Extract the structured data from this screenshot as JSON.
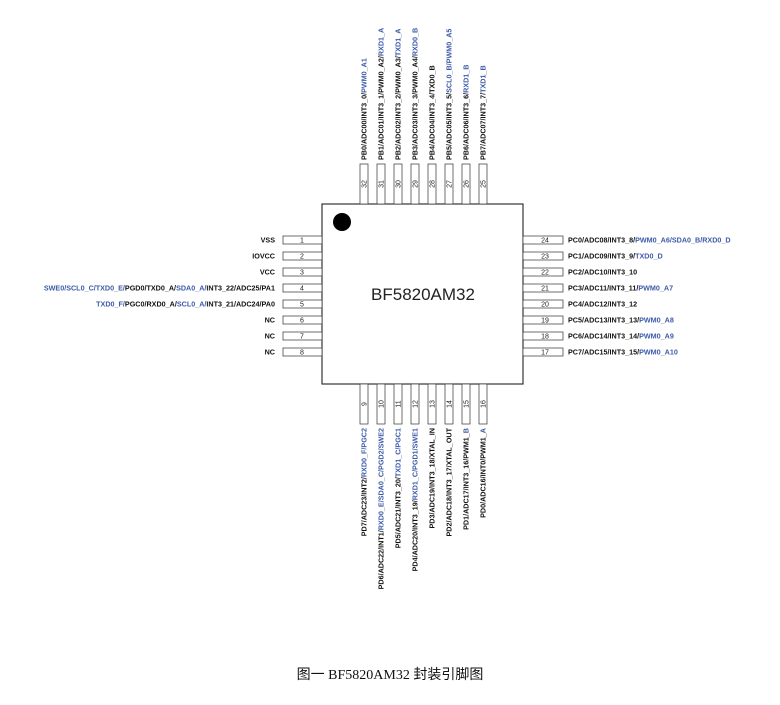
{
  "chip_name": "BF5820AM32",
  "caption": "图一 BF5820AM32 封装引脚图",
  "colors": {
    "black_text": "#111111",
    "alt_function_blue": "#3c5aa8"
  },
  "left_pins": [
    {
      "num": "1",
      "segs": [
        {
          "t": "VSS",
          "c": "k"
        }
      ]
    },
    {
      "num": "2",
      "segs": [
        {
          "t": "IOVCC",
          "c": "k"
        }
      ]
    },
    {
      "num": "3",
      "segs": [
        {
          "t": "VCC",
          "c": "k"
        }
      ]
    },
    {
      "num": "4",
      "segs": [
        {
          "t": "SWE0/SCL0_C/TXD0_E/",
          "c": "b"
        },
        {
          "t": "PGD0/TXD0_A/",
          "c": "k"
        },
        {
          "t": "SDA0_A/",
          "c": "b"
        },
        {
          "t": "INT3_22/ADC25/PA1",
          "c": "k"
        }
      ]
    },
    {
      "num": "5",
      "segs": [
        {
          "t": "TXD0_F/",
          "c": "b"
        },
        {
          "t": "PGC0/RXD0_A/",
          "c": "k"
        },
        {
          "t": "SCL0_A/",
          "c": "b"
        },
        {
          "t": "INT3_21/ADC24/PA0",
          "c": "k"
        }
      ]
    },
    {
      "num": "6",
      "segs": [
        {
          "t": "NC",
          "c": "k"
        }
      ]
    },
    {
      "num": "7",
      "segs": [
        {
          "t": "NC",
          "c": "k"
        }
      ]
    },
    {
      "num": "8",
      "segs": [
        {
          "t": "NC",
          "c": "k"
        }
      ]
    }
  ],
  "right_pins": [
    {
      "num": "24",
      "segs": [
        {
          "t": "PC0/ADC08/INT3_8/",
          "c": "k"
        },
        {
          "t": "PWM0_A6/SDA0_B/RXD0_D",
          "c": "b"
        }
      ]
    },
    {
      "num": "23",
      "segs": [
        {
          "t": "PC1/ADC09/INT3_9/",
          "c": "k"
        },
        {
          "t": "TXD0_D",
          "c": "b"
        }
      ]
    },
    {
      "num": "22",
      "segs": [
        {
          "t": "PC2/ADC10/INT3_10",
          "c": "k"
        }
      ]
    },
    {
      "num": "21",
      "segs": [
        {
          "t": "PC3/ADC11/INT3_11/",
          "c": "k"
        },
        {
          "t": "PWM0_A7",
          "c": "b"
        }
      ]
    },
    {
      "num": "20",
      "segs": [
        {
          "t": "PC4/ADC12/INT3_12",
          "c": "k"
        }
      ]
    },
    {
      "num": "19",
      "segs": [
        {
          "t": "PC5/ADC13/INT3_13/",
          "c": "k"
        },
        {
          "t": "PWM0_A8",
          "c": "b"
        }
      ]
    },
    {
      "num": "18",
      "segs": [
        {
          "t": "PC6/ADC14/INT3_14/",
          "c": "k"
        },
        {
          "t": "PWM0_A9",
          "c": "b"
        }
      ]
    },
    {
      "num": "17",
      "segs": [
        {
          "t": "PC7/ADC15/INT3_15/",
          "c": "k"
        },
        {
          "t": "PWM0_A10",
          "c": "b"
        }
      ]
    }
  ],
  "top_pins": [
    {
      "num": "32",
      "segs": [
        {
          "t": "PB0/ADC00/INT3_0/",
          "c": "k"
        },
        {
          "t": "PWM0_A1",
          "c": "b"
        }
      ]
    },
    {
      "num": "31",
      "segs": [
        {
          "t": "PB1/ADC01/INT3_1/PWM0_A2/",
          "c": "k"
        },
        {
          "t": "RXD1_A",
          "c": "b"
        }
      ]
    },
    {
      "num": "30",
      "segs": [
        {
          "t": "PB2/ADC02/INT3_2/PWM0_A3/",
          "c": "k"
        },
        {
          "t": "TXD1_A",
          "c": "b"
        }
      ]
    },
    {
      "num": "29",
      "segs": [
        {
          "t": "PB3/ADC03/INT3_3/PWM0_A4/",
          "c": "k"
        },
        {
          "t": "RXD0_B",
          "c": "b"
        }
      ]
    },
    {
      "num": "28",
      "segs": [
        {
          "t": "PB4/ADC04/INT3_4/TXD0_B",
          "c": "k"
        }
      ]
    },
    {
      "num": "27",
      "segs": [
        {
          "t": "PB5/ADC05/INT3_5/",
          "c": "k"
        },
        {
          "t": "SCL0_B/PWM0_A5",
          "c": "b"
        }
      ]
    },
    {
      "num": "26",
      "segs": [
        {
          "t": "PB6/ADC06/INT3_6/",
          "c": "k"
        },
        {
          "t": "RXD1_B",
          "c": "b"
        }
      ]
    },
    {
      "num": "25",
      "segs": [
        {
          "t": "PB7/ADC07/INT3_7/",
          "c": "k"
        },
        {
          "t": "TXD1_B",
          "c": "b"
        }
      ]
    }
  ],
  "bottom_pins": [
    {
      "num": "9",
      "segs": [
        {
          "t": "PD7/ADC23/INT2/",
          "c": "k"
        },
        {
          "t": "RXD0_F/PGC2",
          "c": "b"
        }
      ]
    },
    {
      "num": "10",
      "segs": [
        {
          "t": "PD6/ADC22/INT1/",
          "c": "k"
        },
        {
          "t": "RXD0_E/SDA0_C/PGD2/SWE2",
          "c": "b"
        }
      ]
    },
    {
      "num": "11",
      "segs": [
        {
          "t": "PD5/ADC21/INT3_20/",
          "c": "k"
        },
        {
          "t": "TXD1_C/PGC1",
          "c": "b"
        }
      ]
    },
    {
      "num": "12",
      "segs": [
        {
          "t": "PD4/ADC20/INT3_19/",
          "c": "k"
        },
        {
          "t": "RXD1_C/PGD1/SWE1",
          "c": "b"
        }
      ]
    },
    {
      "num": "13",
      "segs": [
        {
          "t": "PD3/ADC19/INT3_18/XTAL_IN",
          "c": "k"
        }
      ]
    },
    {
      "num": "14",
      "segs": [
        {
          "t": "PD2/ADC18/INT3_17/XTAL_OUT",
          "c": "k"
        }
      ]
    },
    {
      "num": "15",
      "segs": [
        {
          "t": "PD1/ADC17/INT3_16/PWM1_",
          "c": "k"
        },
        {
          "t": "B",
          "c": "b"
        }
      ]
    },
    {
      "num": "16",
      "segs": [
        {
          "t": "PD0/ADC16/INT0/PWM1_",
          "c": "k"
        },
        {
          "t": "A",
          "c": "b"
        }
      ]
    }
  ]
}
